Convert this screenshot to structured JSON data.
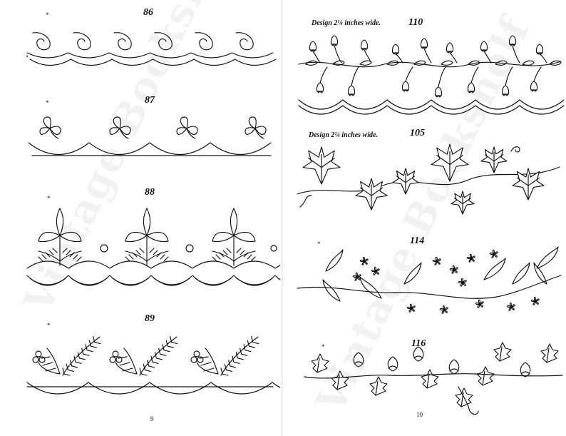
{
  "left_page": {
    "designs": [
      {
        "number": "86",
        "marker": "*"
      },
      {
        "number": "87",
        "marker": "*"
      },
      {
        "number": "88",
        "marker": "*"
      },
      {
        "number": "89",
        "marker": "*"
      }
    ],
    "folio": "9"
  },
  "right_page": {
    "designs": [
      {
        "number": "110",
        "caption": "Design 2¼ inches wide."
      },
      {
        "number": "105",
        "caption": "Design 2¼ inches wide."
      },
      {
        "number": "114",
        "marker": "*"
      },
      {
        "number": "116",
        "marker": "*"
      }
    ],
    "folio": "10"
  },
  "watermark": {
    "left": "Vintage Bookshelf",
    "right": "Vintage Bookshelf"
  },
  "colors": {
    "ink": "#111111",
    "paper": "#ffffff"
  }
}
